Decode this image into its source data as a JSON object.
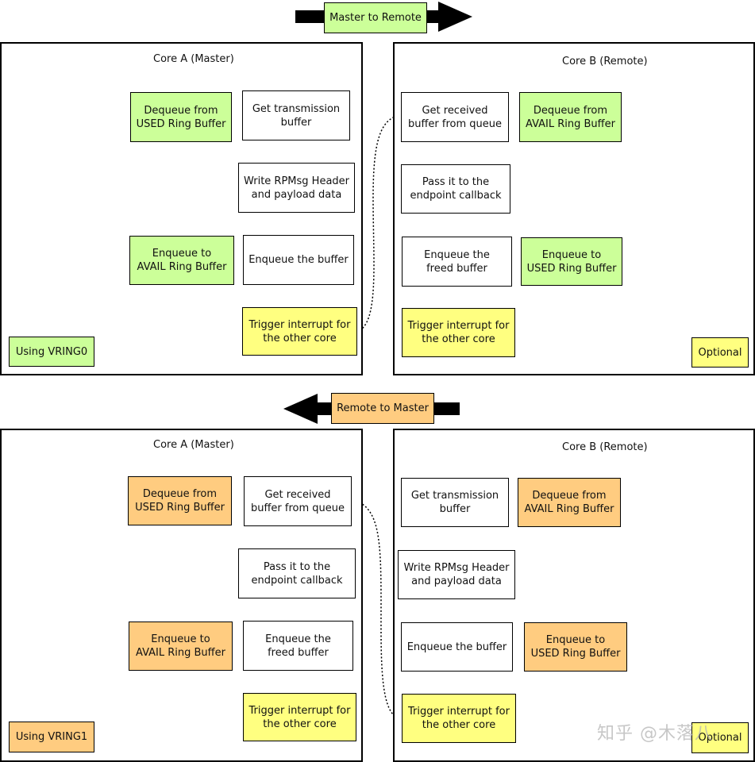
{
  "top": {
    "direction_label": "Master to Remote",
    "core_a": {
      "title": "Core A (Master)",
      "steps": [
        "Get transmission\nbuffer",
        "Write RPMsg Header\nand payload data",
        "Enqueue the buffer",
        "Trigger interrupt for\nthe other core"
      ],
      "notes": [
        "Dequeue from\nUSED Ring Buffer",
        "Enqueue to\nAVAIL Ring Buffer"
      ],
      "vring_label": "Using VRING0"
    },
    "core_b": {
      "title": "Core B (Remote)",
      "steps": [
        "Get received\nbuffer from queue",
        "Pass it to the\nendpoint callback",
        "Enqueue the\nfreed buffer",
        "Trigger interrupt for\nthe other core"
      ],
      "notes": [
        "Dequeue from\nAVAIL Ring Buffer",
        "Enqueue to\nUSED Ring Buffer"
      ],
      "optional_label": "Optional"
    }
  },
  "bottom": {
    "direction_label": "Remote to Master",
    "core_a": {
      "title": "Core A (Master)",
      "steps": [
        "Get received\nbuffer from queue",
        "Pass it to the\nendpoint callback",
        "Enqueue the\nfreed buffer",
        "Trigger interrupt for\nthe other core"
      ],
      "notes": [
        "Dequeue from\nUSED Ring Buffer",
        "Enqueue to\nAVAIL Ring Buffer"
      ],
      "vring_label": "Using VRING1"
    },
    "core_b": {
      "title": "Core B (Remote)",
      "steps": [
        "Get transmission\nbuffer",
        "Write RPMsg Header\nand payload data",
        "Enqueue the buffer",
        "Trigger interrupt for\nthe other core"
      ],
      "notes": [
        "Dequeue from\nAVAIL Ring Buffer",
        "Enqueue to\nUSED Ring Buffer"
      ],
      "optional_label": "Optional"
    }
  },
  "watermark": "知乎 @木落八",
  "colors": {
    "vring0_note": "#ccff99",
    "vring1_note": "#ffcc80",
    "trigger": "#ffff80",
    "step": "#ffffff"
  }
}
